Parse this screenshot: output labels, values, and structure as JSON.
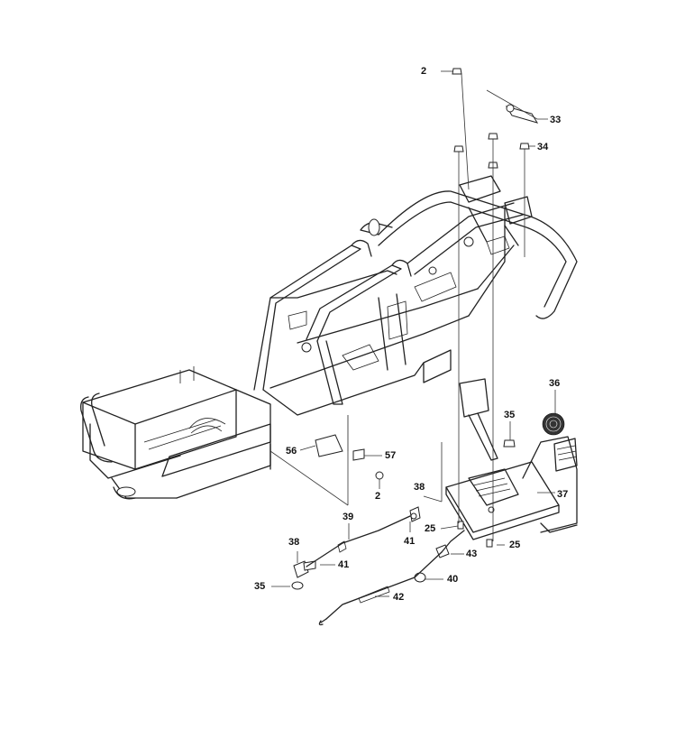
{
  "diagram": {
    "callouts": [
      {
        "id": "c-2-top",
        "label": "2"
      },
      {
        "id": "c-33",
        "label": "33"
      },
      {
        "id": "c-34",
        "label": "34"
      },
      {
        "id": "c-36",
        "label": "36"
      },
      {
        "id": "c-35-right",
        "label": "35"
      },
      {
        "id": "c-37",
        "label": "37"
      },
      {
        "id": "c-56",
        "label": "56"
      },
      {
        "id": "c-57",
        "label": "57"
      },
      {
        "id": "c-2-bottom",
        "label": "2"
      },
      {
        "id": "c-38-mid",
        "label": "38"
      },
      {
        "id": "c-39",
        "label": "39"
      },
      {
        "id": "c-25-left",
        "label": "25"
      },
      {
        "id": "c-41-mid",
        "label": "41"
      },
      {
        "id": "c-43",
        "label": "43"
      },
      {
        "id": "c-25-right",
        "label": "25"
      },
      {
        "id": "c-38-left",
        "label": "38"
      },
      {
        "id": "c-41-left",
        "label": "41"
      },
      {
        "id": "c-40",
        "label": "40"
      },
      {
        "id": "c-35-left",
        "label": "35"
      },
      {
        "id": "c-42",
        "label": "42"
      }
    ]
  }
}
